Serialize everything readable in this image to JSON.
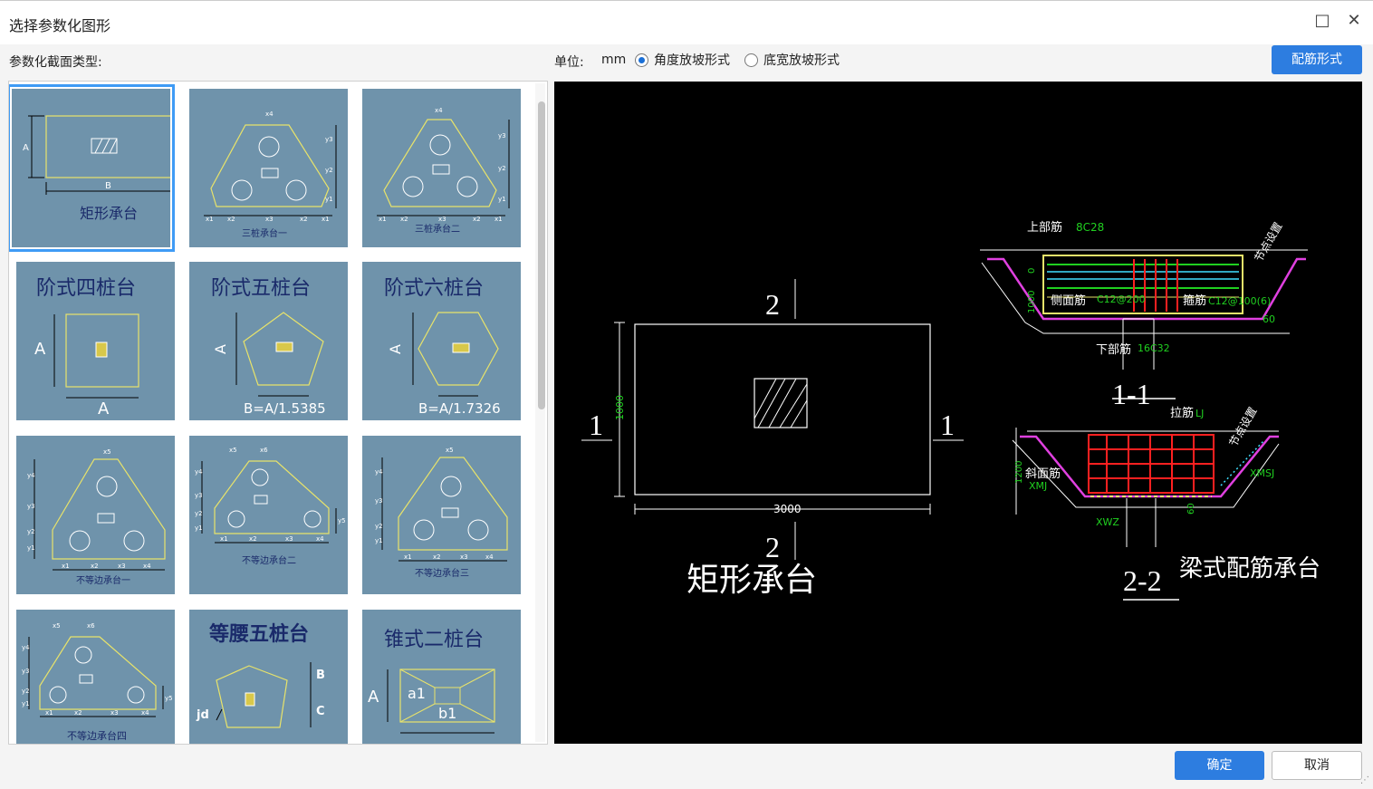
{
  "window": {
    "title": "选择参数化图形",
    "maximize_icon": "□",
    "close_icon": "✕"
  },
  "toolbar": {
    "section_label": "参数化截面类型:",
    "unit_label": "单位:",
    "unit_value": "mm",
    "radio_options": [
      {
        "label": "角度放坡形式",
        "checked": true
      },
      {
        "label": "底宽放坡形式",
        "checked": false
      }
    ],
    "rebar_button": "配筋形式"
  },
  "tiles": [
    {
      "name": "tile-rect-cap",
      "caption": "矩形承台",
      "dim_a": "A",
      "dim_b": "B",
      "selected": true
    },
    {
      "name": "tile-three-pile-1",
      "caption": "三桩承台一",
      "labels": [
        "x4",
        "y3",
        "y2",
        "y1",
        "x1",
        "x2",
        "x3",
        "x2",
        "x1"
      ]
    },
    {
      "name": "tile-three-pile-2",
      "caption": "三桩承台二",
      "labels": [
        "x4",
        "y3",
        "y2",
        "y1",
        "x1",
        "x2",
        "x3",
        "x2",
        "x1"
      ]
    },
    {
      "name": "tile-step-four",
      "caption": "阶式四桩台",
      "dim_a": "A",
      "dim_b": "A"
    },
    {
      "name": "tile-step-five",
      "caption": "阶式五桩台",
      "dim_a": "A",
      "dim_b": "B=A/1.5385"
    },
    {
      "name": "tile-step-six",
      "caption": "阶式六桩台",
      "dim_a": "A",
      "dim_b": "B=A/1.7326"
    },
    {
      "name": "tile-unequal-1",
      "caption": "不等边承台一",
      "labels": [
        "x5",
        "y4",
        "y3",
        "y2",
        "y1",
        "x1",
        "x2",
        "x3",
        "x4"
      ]
    },
    {
      "name": "tile-unequal-2",
      "caption": "不等边承台二",
      "labels": [
        "x5",
        "x6",
        "y4",
        "y3",
        "y2",
        "y1",
        "y5",
        "x1",
        "x2",
        "x3",
        "x4"
      ]
    },
    {
      "name": "tile-unequal-3",
      "caption": "不等边承台三",
      "labels": [
        "x5",
        "y4",
        "y3",
        "y2",
        "y1",
        "x1",
        "x2",
        "x3",
        "x4"
      ]
    },
    {
      "name": "tile-unequal-4",
      "caption": "不等边承台四",
      "labels": [
        "x5",
        "x6",
        "y4",
        "y3",
        "y2",
        "y1",
        "y5",
        "x1",
        "x2",
        "x3",
        "x4"
      ]
    },
    {
      "name": "tile-isosceles-five",
      "caption": "等腰五桩台",
      "dims": [
        "B",
        "C",
        "jd"
      ]
    },
    {
      "name": "tile-cone-two",
      "caption": "锥式二桩台",
      "dims": [
        "A",
        "a1",
        "b1"
      ]
    }
  ],
  "preview": {
    "plan_title": "矩形承台",
    "section_mark_2": "2",
    "section_mark_1": "1",
    "width_dim": "3000",
    "height_dim": "1000",
    "section_1_1": {
      "title": "1-1",
      "top_bar_label": "上部筋",
      "top_bar_value": "8C28",
      "side_bar_label": "侧面筋",
      "side_bar_value": "C12@200",
      "stirrup_label": "箍筋",
      "stirrup_value": "C12@100(6)",
      "bottom_bar_label": "下部筋",
      "bottom_bar_value": "16C32",
      "node_setting": "节点设置",
      "angle": "60",
      "height": "1000",
      "cover": "0"
    },
    "section_2_2": {
      "title": "2-2",
      "tie_label": "拉筋",
      "tie_value": "LJ",
      "slope_label": "斜面筋",
      "slope_value": "XMJ",
      "xmsj": "XMSJ",
      "xwz": "XWZ",
      "height": "1200",
      "dim_60": "60",
      "node_setting": "节点设置"
    },
    "subtitle": "梁式配筋承台"
  },
  "footer": {
    "ok_button": "确定",
    "cancel_button": "取消"
  },
  "colors": {
    "accent": "#2d7de0",
    "tile_bg": "#6f93ab",
    "tile_line": "#e8e36a",
    "green": "#20d020",
    "red": "#ff2020",
    "magenta": "#e040e0",
    "cyan": "#40e0ff"
  }
}
